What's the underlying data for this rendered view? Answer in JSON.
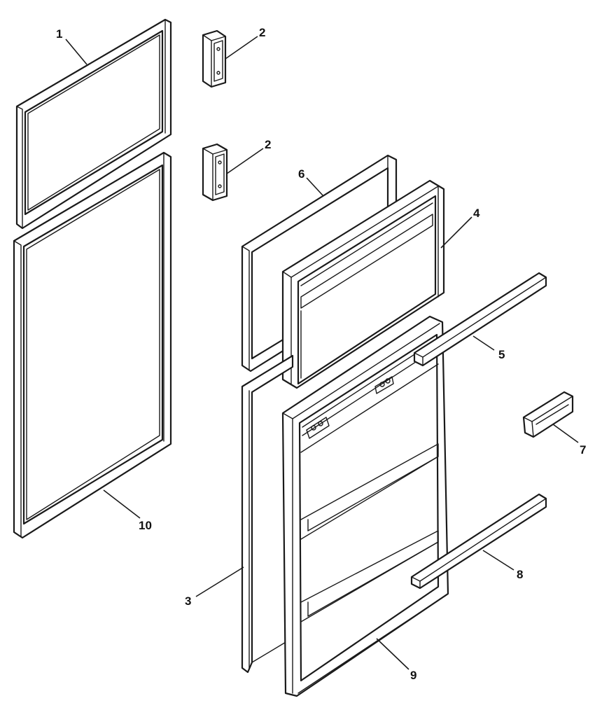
{
  "callouts": {
    "c1": "1",
    "c2a": "2",
    "c2b": "2",
    "c3": "3",
    "c4": "4",
    "c5": "5",
    "c6": "6",
    "c7": "7",
    "c8": "8",
    "c9": "9",
    "c10": "10"
  },
  "colors": {
    "line": "#1a1a1a",
    "background": "#ffffff"
  }
}
